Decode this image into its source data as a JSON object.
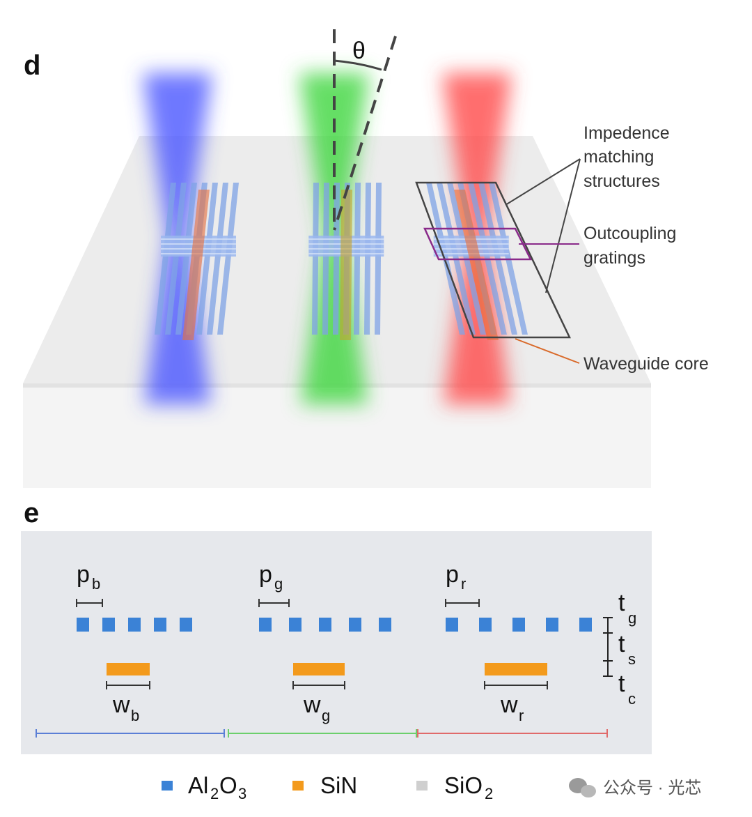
{
  "panel_d": {
    "letter": "d",
    "angle_symbol": "θ",
    "callouts": [
      [
        "Impedence",
        "matching",
        "structures"
      ],
      [
        "Outcoupling",
        "gratings"
      ],
      [
        "Waveguide core"
      ]
    ],
    "beam_colors": {
      "blue": "#4a55ff",
      "green": "#3fd63f",
      "red": "#ff4a4a"
    }
  },
  "panel_e": {
    "letter": "e",
    "groups": [
      {
        "p_base": "p",
        "p_sub": "b",
        "w_base": "w",
        "w_sub": "b",
        "color": "#5b7fd6"
      },
      {
        "p_base": "p",
        "p_sub": "g",
        "w_base": "w",
        "w_sub": "g",
        "color": "#6ccf6c"
      },
      {
        "p_base": "p",
        "p_sub": "r",
        "w_base": "w",
        "w_sub": "r",
        "color": "#e06a6a"
      }
    ],
    "thickness": [
      {
        "base": "t",
        "sub": "g"
      },
      {
        "base": "t",
        "sub": "s"
      },
      {
        "base": "t",
        "sub": "c"
      }
    ]
  },
  "legend": [
    {
      "parts": [
        "Al",
        "2",
        "O",
        "3"
      ],
      "color": "#3b82d6"
    },
    {
      "parts": [
        "SiN"
      ],
      "color": "#f39a1c"
    },
    {
      "parts": [
        "SiO",
        "2"
      ],
      "color": "#cfcfcf"
    }
  ],
  "watermark": "公众号 · 光芯"
}
